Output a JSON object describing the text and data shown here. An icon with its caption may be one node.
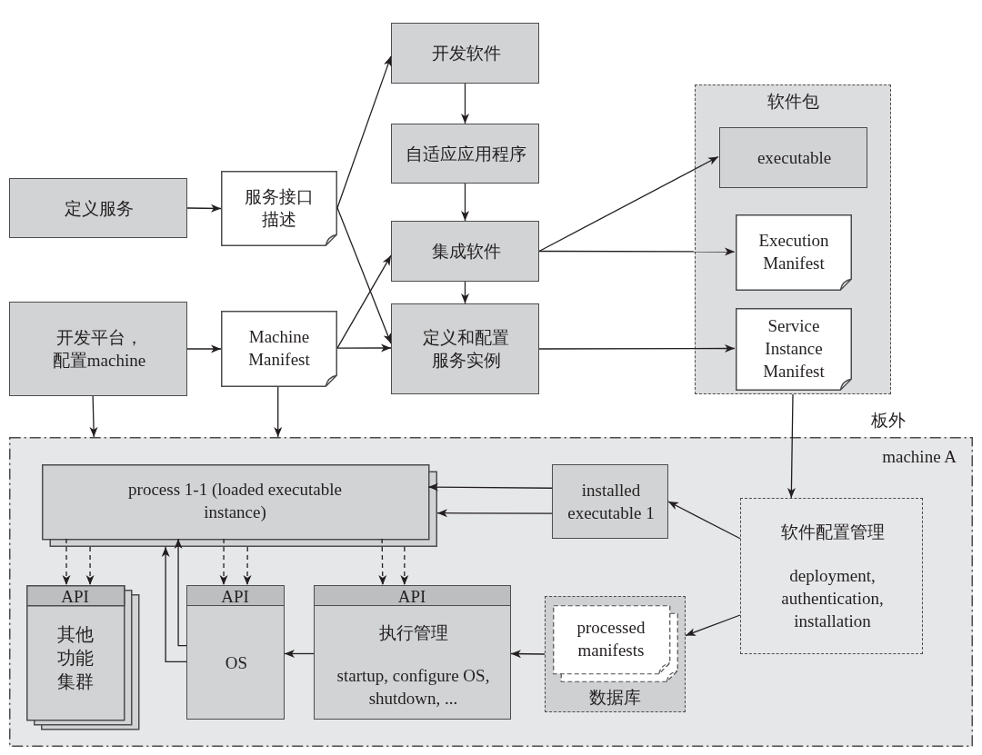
{
  "diagram": {
    "nodes": [
      {
        "text": [
          "定义服务"
        ]
      },
      {
        "text": [
          "服务接口描述"
        ]
      },
      {
        "text": [
          "开发平台，配置machine"
        ]
      },
      {
        "text": [
          "Machine Manifest"
        ]
      },
      {
        "text": [
          "开发软件"
        ]
      },
      {
        "text": [
          "自适应应用程序"
        ]
      },
      {
        "text": [
          "集成软件"
        ]
      },
      {
        "text": [
          "定义和配置服务实例"
        ]
      },
      {
        "text": [
          "软件包"
        ]
      },
      {
        "text": [
          "executable"
        ],
        "in": 8
      },
      {
        "text": [
          "Execution Manifest"
        ],
        "in": 8
      },
      {
        "text": [
          "Service Instance Manifest"
        ],
        "in": 8
      },
      {
        "text": [
          "machine A"
        ]
      },
      {
        "text": [
          "process 1-1 (loaded executable instance)"
        ],
        "in": 12
      },
      {
        "text": [
          "installed executable 1"
        ],
        "in": 12
      },
      {
        "text": [
          "软件配置管理",
          "deployment, authentication, installation"
        ],
        "in": 12
      },
      {
        "text": [
          "API",
          "其他功能集群"
        ],
        "in": 12
      },
      {
        "text": [
          "API",
          "OS"
        ],
        "in": 12
      },
      {
        "text": [
          "API",
          "执行管理",
          "startup, configure OS, shutdown, ..."
        ],
        "in": 12
      },
      {
        "text": [
          "数据库"
        ],
        "in": 12
      },
      {
        "text": [
          "processed manifests"
        ],
        "in": 19
      }
    ],
    "edges": [
      {
        "from": 0,
        "to": 1,
        "arrow": "to"
      },
      {
        "from": 2,
        "to": 3,
        "arrow": "to"
      },
      {
        "from": 1,
        "to": 4,
        "arrow": "to"
      },
      {
        "from": 1,
        "to": 7,
        "arrow": "to"
      },
      {
        "from": 3,
        "to": 6,
        "arrow": "to"
      },
      {
        "from": 3,
        "to": 7,
        "arrow": "to"
      },
      {
        "from": 4,
        "to": 5,
        "arrow": "to"
      },
      {
        "from": 5,
        "to": 6,
        "arrow": "to"
      },
      {
        "from": 6,
        "to": 7,
        "arrow": "to"
      },
      {
        "from": 6,
        "to": 9,
        "arrow": "to"
      },
      {
        "from": 6,
        "to": 10,
        "arrow": "to"
      },
      {
        "from": 7,
        "to": 11,
        "arrow": "to"
      },
      {
        "from": 2,
        "to": 12,
        "arrow": "to"
      },
      {
        "from": 3,
        "to": 12,
        "arrow": "to"
      },
      {
        "from": 8,
        "to": 15,
        "arrow": "to"
      },
      {
        "from": 15,
        "to": 14,
        "arrow": "to"
      },
      {
        "from": 15,
        "to": 19,
        "arrow": "to"
      },
      {
        "from": 14,
        "to": 13,
        "arrow": "to"
      },
      {
        "from": 14,
        "to": 13,
        "arrow": "to"
      },
      {
        "from": 13,
        "to": 16,
        "arrow": "to",
        "style": "dashed"
      },
      {
        "from": 13,
        "to": 16,
        "arrow": "to",
        "style": "dashed"
      },
      {
        "from": 13,
        "to": 17,
        "arrow": "to",
        "style": "dashed"
      },
      {
        "from": 13,
        "to": 17,
        "arrow": "to",
        "style": "dashed"
      },
      {
        "from": 13,
        "to": 18,
        "arrow": "to",
        "style": "dashed"
      },
      {
        "from": 13,
        "to": 18,
        "arrow": "to",
        "style": "dashed"
      },
      {
        "from": 17,
        "to": 13,
        "arrow": "to"
      },
      {
        "from": 17,
        "to": 13,
        "arrow": "to"
      },
      {
        "from": 18,
        "to": 17,
        "arrow": "to"
      },
      {
        "from": 19,
        "to": 18,
        "arrow": "to"
      }
    ],
    "labels": [
      "板外"
    ]
  }
}
